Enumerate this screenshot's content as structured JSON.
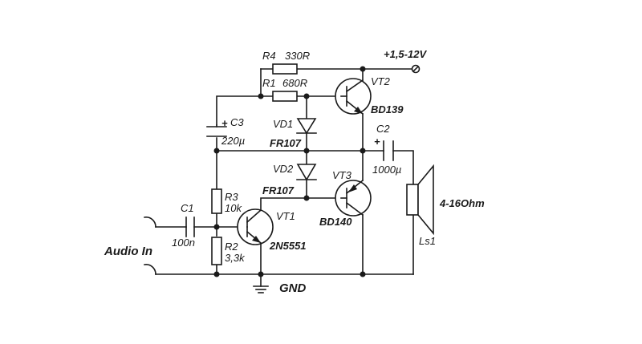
{
  "supply": "+1,5-12V",
  "ground": "GND",
  "input_label": "Audio In",
  "speaker": {
    "ref": "Ls1",
    "value": "4-16Ohm"
  },
  "resistors": {
    "r4": {
      "ref": "R4",
      "value": "330R"
    },
    "r1": {
      "ref": "R1",
      "value": "680R"
    },
    "r3": {
      "ref": "R3",
      "value": "10k"
    },
    "r2": {
      "ref": "R2",
      "value": "3,3k"
    }
  },
  "capacitors": {
    "c1": {
      "ref": "C1",
      "value": "100n"
    },
    "c2": {
      "ref": "C2",
      "value": "1000µ"
    },
    "c3": {
      "ref": "C3",
      "value": "220µ"
    }
  },
  "diodes": {
    "vd1": {
      "ref": "VD1",
      "value": "FR107"
    },
    "vd2": {
      "ref": "VD2",
      "value": "FR107"
    }
  },
  "transistors": {
    "vt1": {
      "ref": "VT1",
      "value": "2N5551"
    },
    "vt2": {
      "ref": "VT2",
      "value": "BD139"
    },
    "vt3": {
      "ref": "VT3",
      "value": "BD140"
    }
  },
  "polarity": {
    "plus": "+"
  }
}
